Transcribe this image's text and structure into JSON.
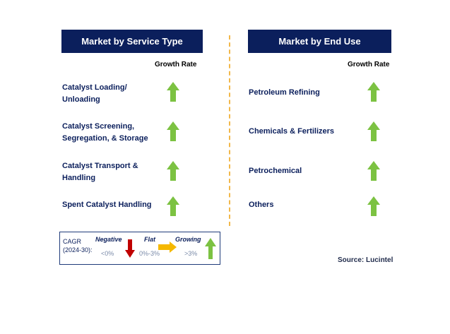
{
  "left_panel": {
    "title": "Market by Service Type",
    "growth_label": "Growth Rate",
    "items": [
      {
        "line1": "Catalyst Loading/",
        "line2": "Unloading"
      },
      {
        "line1": "Catalyst Screening,",
        "line2": "Segregation, & Storage"
      },
      {
        "line1": "Catalyst Transport  &",
        "line2": "Handling"
      },
      {
        "line1": "Spent Catalyst Handling",
        "line2": ""
      }
    ]
  },
  "right_panel": {
    "title": "Market by End Use",
    "growth_label": "Growth Rate",
    "items": [
      {
        "label": "Petroleum Refining"
      },
      {
        "label": "Chemicals & Fertilizers"
      },
      {
        "label": "Petrochemical"
      },
      {
        "label": "Others"
      }
    ]
  },
  "legend": {
    "cagr_line1": "CAGR",
    "cagr_line2": "(2024-30):",
    "negative_label": "Negative",
    "negative_range": "<0%",
    "flat_label": "Flat",
    "flat_range": "0%-3%",
    "growing_label": "Growing",
    "growing_range": ">3%"
  },
  "source": "Source: Lucintel",
  "colors": {
    "header": "#0b1f5c",
    "up_arrow": "#7cc242",
    "down_arrow": "#c00000",
    "flat_arrow": "#f5b800",
    "divider": "#f2b84b"
  }
}
